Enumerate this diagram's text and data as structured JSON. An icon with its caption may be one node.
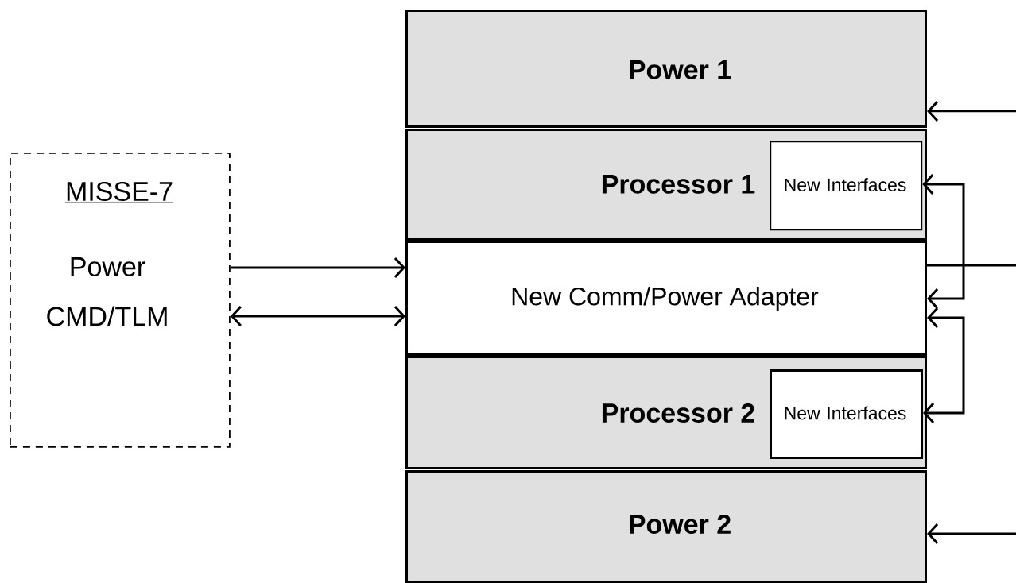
{
  "diagram": {
    "nodes": [
      {
        "text": [
          "MISSE-7",
          "Power",
          "CMD/TLM"
        ]
      },
      {
        "text": [
          "Power 1"
        ]
      },
      {
        "text": [
          "Processor 1"
        ]
      },
      {
        "text": [
          "New Interfaces"
        ],
        "in": 2
      },
      {
        "text": [
          "New Comm/Power Adapter"
        ]
      },
      {
        "text": [
          "Processor 2"
        ]
      },
      {
        "text": [
          "New Interfaces"
        ],
        "in": 5
      },
      {
        "text": [
          "Power 2"
        ]
      }
    ],
    "edges": [
      {
        "from": 0,
        "to": 4,
        "arrow": "to"
      },
      {
        "from": 0,
        "to": 4,
        "arrow": "both"
      },
      {
        "from": null,
        "to": 1,
        "arrow": "to"
      },
      {
        "from": null,
        "to": 7,
        "arrow": "to"
      },
      {
        "from": 4,
        "to": null,
        "arrow": "none"
      },
      {
        "from": 3,
        "to": 4,
        "arrow": "both"
      },
      {
        "from": 4,
        "to": 6,
        "arrow": "both"
      }
    ]
  }
}
